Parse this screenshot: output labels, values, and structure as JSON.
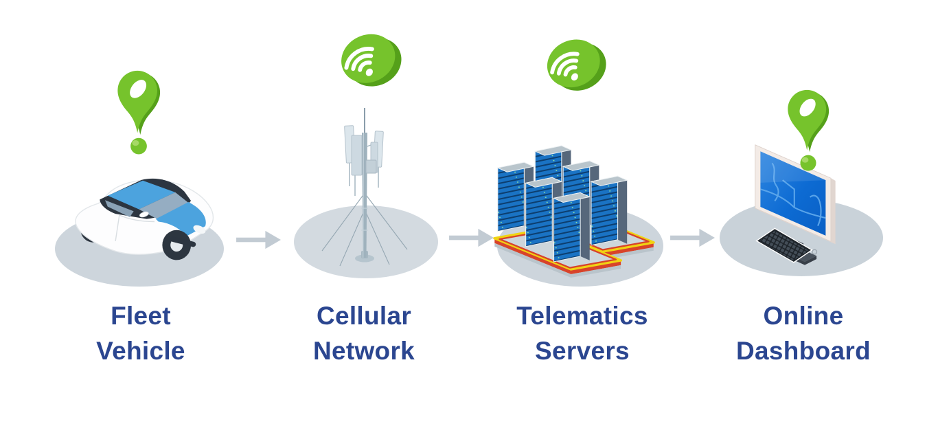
{
  "diagram": {
    "type": "flow",
    "flow_direction": "left-to-right",
    "stages": [
      {
        "id": "fleet-vehicle",
        "label": "Fleet\nVehicle",
        "icon": "location-pin",
        "illustration": "car-on-platform"
      },
      {
        "id": "cellular-network",
        "label": "Cellular\nNetwork",
        "icon": "wireless-signal",
        "illustration": "cell-tower-on-platform"
      },
      {
        "id": "telematics-servers",
        "label": "Telematics\nServers",
        "icon": "wireless-signal",
        "illustration": "server-racks-on-platform"
      },
      {
        "id": "online-dashboard",
        "label": "Online\nDashboard",
        "icon": "location-pin",
        "illustration": "desktop-computer-with-map"
      }
    ],
    "connectors": {
      "count": 3,
      "glyph": "→",
      "direction": "right"
    },
    "colors": {
      "accent_green": "#76C32C",
      "accent_green_dark": "#55A01A",
      "label_navy": "#2B4690",
      "arrow_gray": "#C2CBD3",
      "ground_gray": "#CDD5DC",
      "server_blue": "#1A73C4",
      "screen_blue": "#0E6FD6",
      "car_blue": "#4CA3DE",
      "platform_yellow": "#F0D312",
      "platform_red": "#D8432A"
    }
  }
}
